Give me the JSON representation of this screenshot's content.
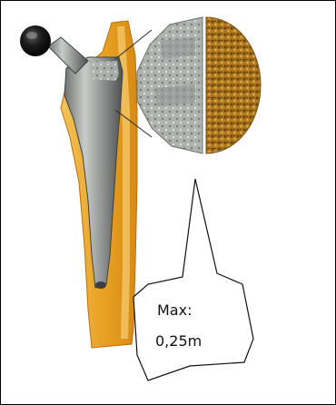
{
  "callout": {
    "line1": "Max:",
    "line2": "0,25m"
  },
  "colors": {
    "bone_orange": "#e9a426",
    "bone_light": "#f7cf72",
    "metal_gray": "#9a9e9b",
    "metal_dark": "#56595a",
    "head_black": "#121212",
    "porous_brown": "#a7741e",
    "frame_border": "#000000"
  },
  "icons": [
    "femoral-stem-implant",
    "femoral-head-ball",
    "bone-cross-section",
    "magnified-surface-detail"
  ]
}
